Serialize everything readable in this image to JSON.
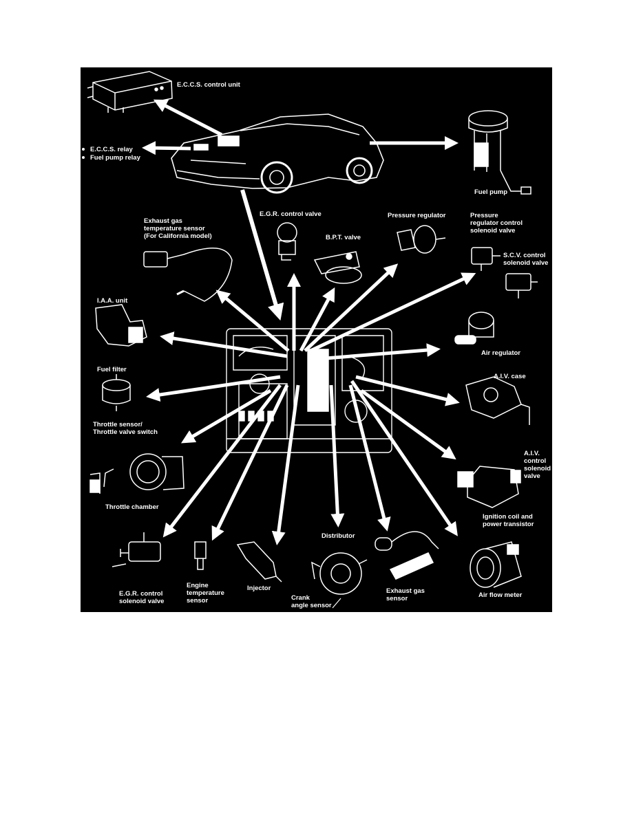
{
  "colors": {
    "background": "#000000",
    "foreground": "#ffffff",
    "page": "#ffffff"
  },
  "relays": [
    {
      "label": "E.C.C.S. relay"
    },
    {
      "label": "Fuel pump relay"
    }
  ],
  "labels": {
    "eccs_control_unit": "E.C.C.S. control unit",
    "fuel_pump": "Fuel pump",
    "exhaust_temp_sensor": "Exhaust gas\ntemperature sensor\n(For California model)",
    "egr_control_valve": "E.G.R. control valve",
    "bpt_valve": "B.P.T. valve",
    "pressure_regulator": "Pressure regulator",
    "pressure_regulator_solenoid": "Pressure\nregulator control\nsolenoid valve",
    "scv_solenoid": "S.C.V. control\nsolenoid valve",
    "iaa_unit": "I.A.A. unit",
    "air_regulator": "Air regulator",
    "fuel_filter": "Fuel filter",
    "aiv_case": "A.I.V. case",
    "throttle_sensor": "Throttle sensor/\nThrottle valve switch",
    "aiv_solenoid": "A.I.V.\ncontrol\nsolenoid\nvalve",
    "throttle_chamber": "Throttle chamber",
    "ignition_coil": "Ignition coil and\npower transistor",
    "distributor": "Distributor",
    "egr_solenoid": "E.G.R. control\nsolenoid valve",
    "engine_temp_sensor": "Engine\ntemperature\nsensor",
    "injector": "Injector",
    "crank_angle_sensor": "Crank\nangle sensor",
    "exhaust_gas_sensor": "Exhaust gas\nsensor",
    "air_flow_meter": "Air flow meter"
  }
}
